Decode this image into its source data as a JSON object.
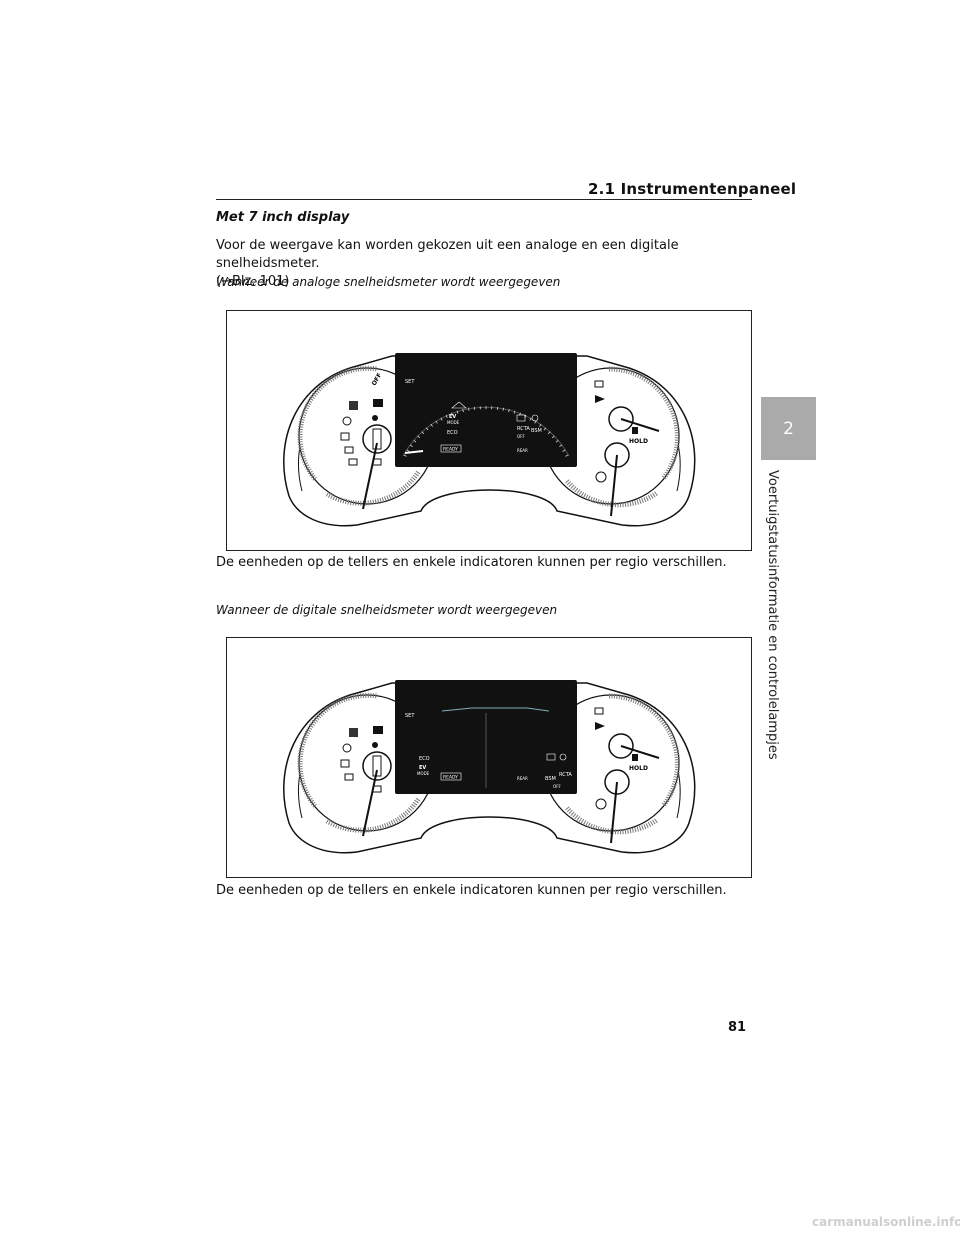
{
  "header": {
    "section_title": "2.1  Instrumentenpaneel"
  },
  "subheading": "Met 7 inch display",
  "intro": {
    "line1": "Voor de weergave kan worden gekozen uit een analoge en een digitale snelheidsmeter.",
    "line2": "(→Blz. 101)"
  },
  "figure1": {
    "caption": "Wanneer de analoge snelheidsmeter wordt weergegeven",
    "labels": {
      "set": "SET",
      "ev": "EV",
      "mode": "MODE",
      "eco": "ECO",
      "rcta": "RCTA",
      "bsm": "BSM",
      "off": "OFF",
      "rear": "REAR",
      "ready": "READY",
      "hold": "HOLD"
    },
    "note": "De eenheden op de tellers en enkele indicatoren kunnen per regio verschillen."
  },
  "figure2": {
    "caption": "Wanneer de digitale snelheidsmeter wordt weergegeven",
    "labels": {
      "set": "SET",
      "ev": "EV",
      "mode": "MODE",
      "eco": "ECO",
      "rcta": "RCTA",
      "bsm": "BSM",
      "off": "OFF",
      "rear": "REAR",
      "ready": "READY",
      "hold": "HOLD"
    },
    "note": "De eenheden op de tellers en enkele indicatoren kunnen per regio verschillen."
  },
  "side_tab": {
    "number": "2",
    "chapter": "Voertuigstatusinformatie en controlelampjes"
  },
  "page_number": "81",
  "watermark": "carmanualsonline.info"
}
